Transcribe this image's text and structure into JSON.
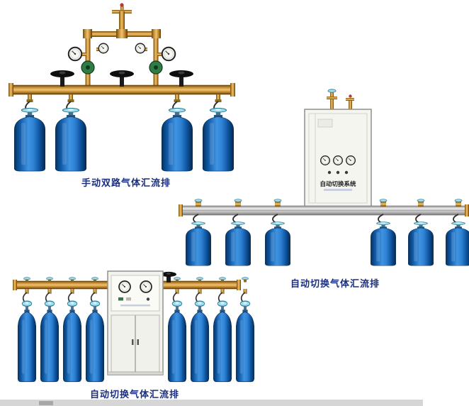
{
  "page": {
    "background": "#ffffff"
  },
  "colors": {
    "caption_text": "#1b2f7e",
    "cylinder_blue": "#2f83d4",
    "valve_cyan": "#9fdcec",
    "brass": "#c68f35",
    "rail_silver": "#cdcdcd",
    "cabinet_white": "#f5f5f0",
    "regulator_green": "#2f7d46"
  },
  "products": [
    {
      "id": "manual-dual-manifold",
      "caption": "手动双路气体汇流排"
    },
    {
      "id": "auto-switch-manifold-wall-cabinet",
      "caption": "自动切换气体汇流排",
      "cabinet_label": "自动切换系统"
    },
    {
      "id": "auto-switch-manifold-floor-cabinet",
      "caption": "自动切换气体汇流排"
    }
  ]
}
